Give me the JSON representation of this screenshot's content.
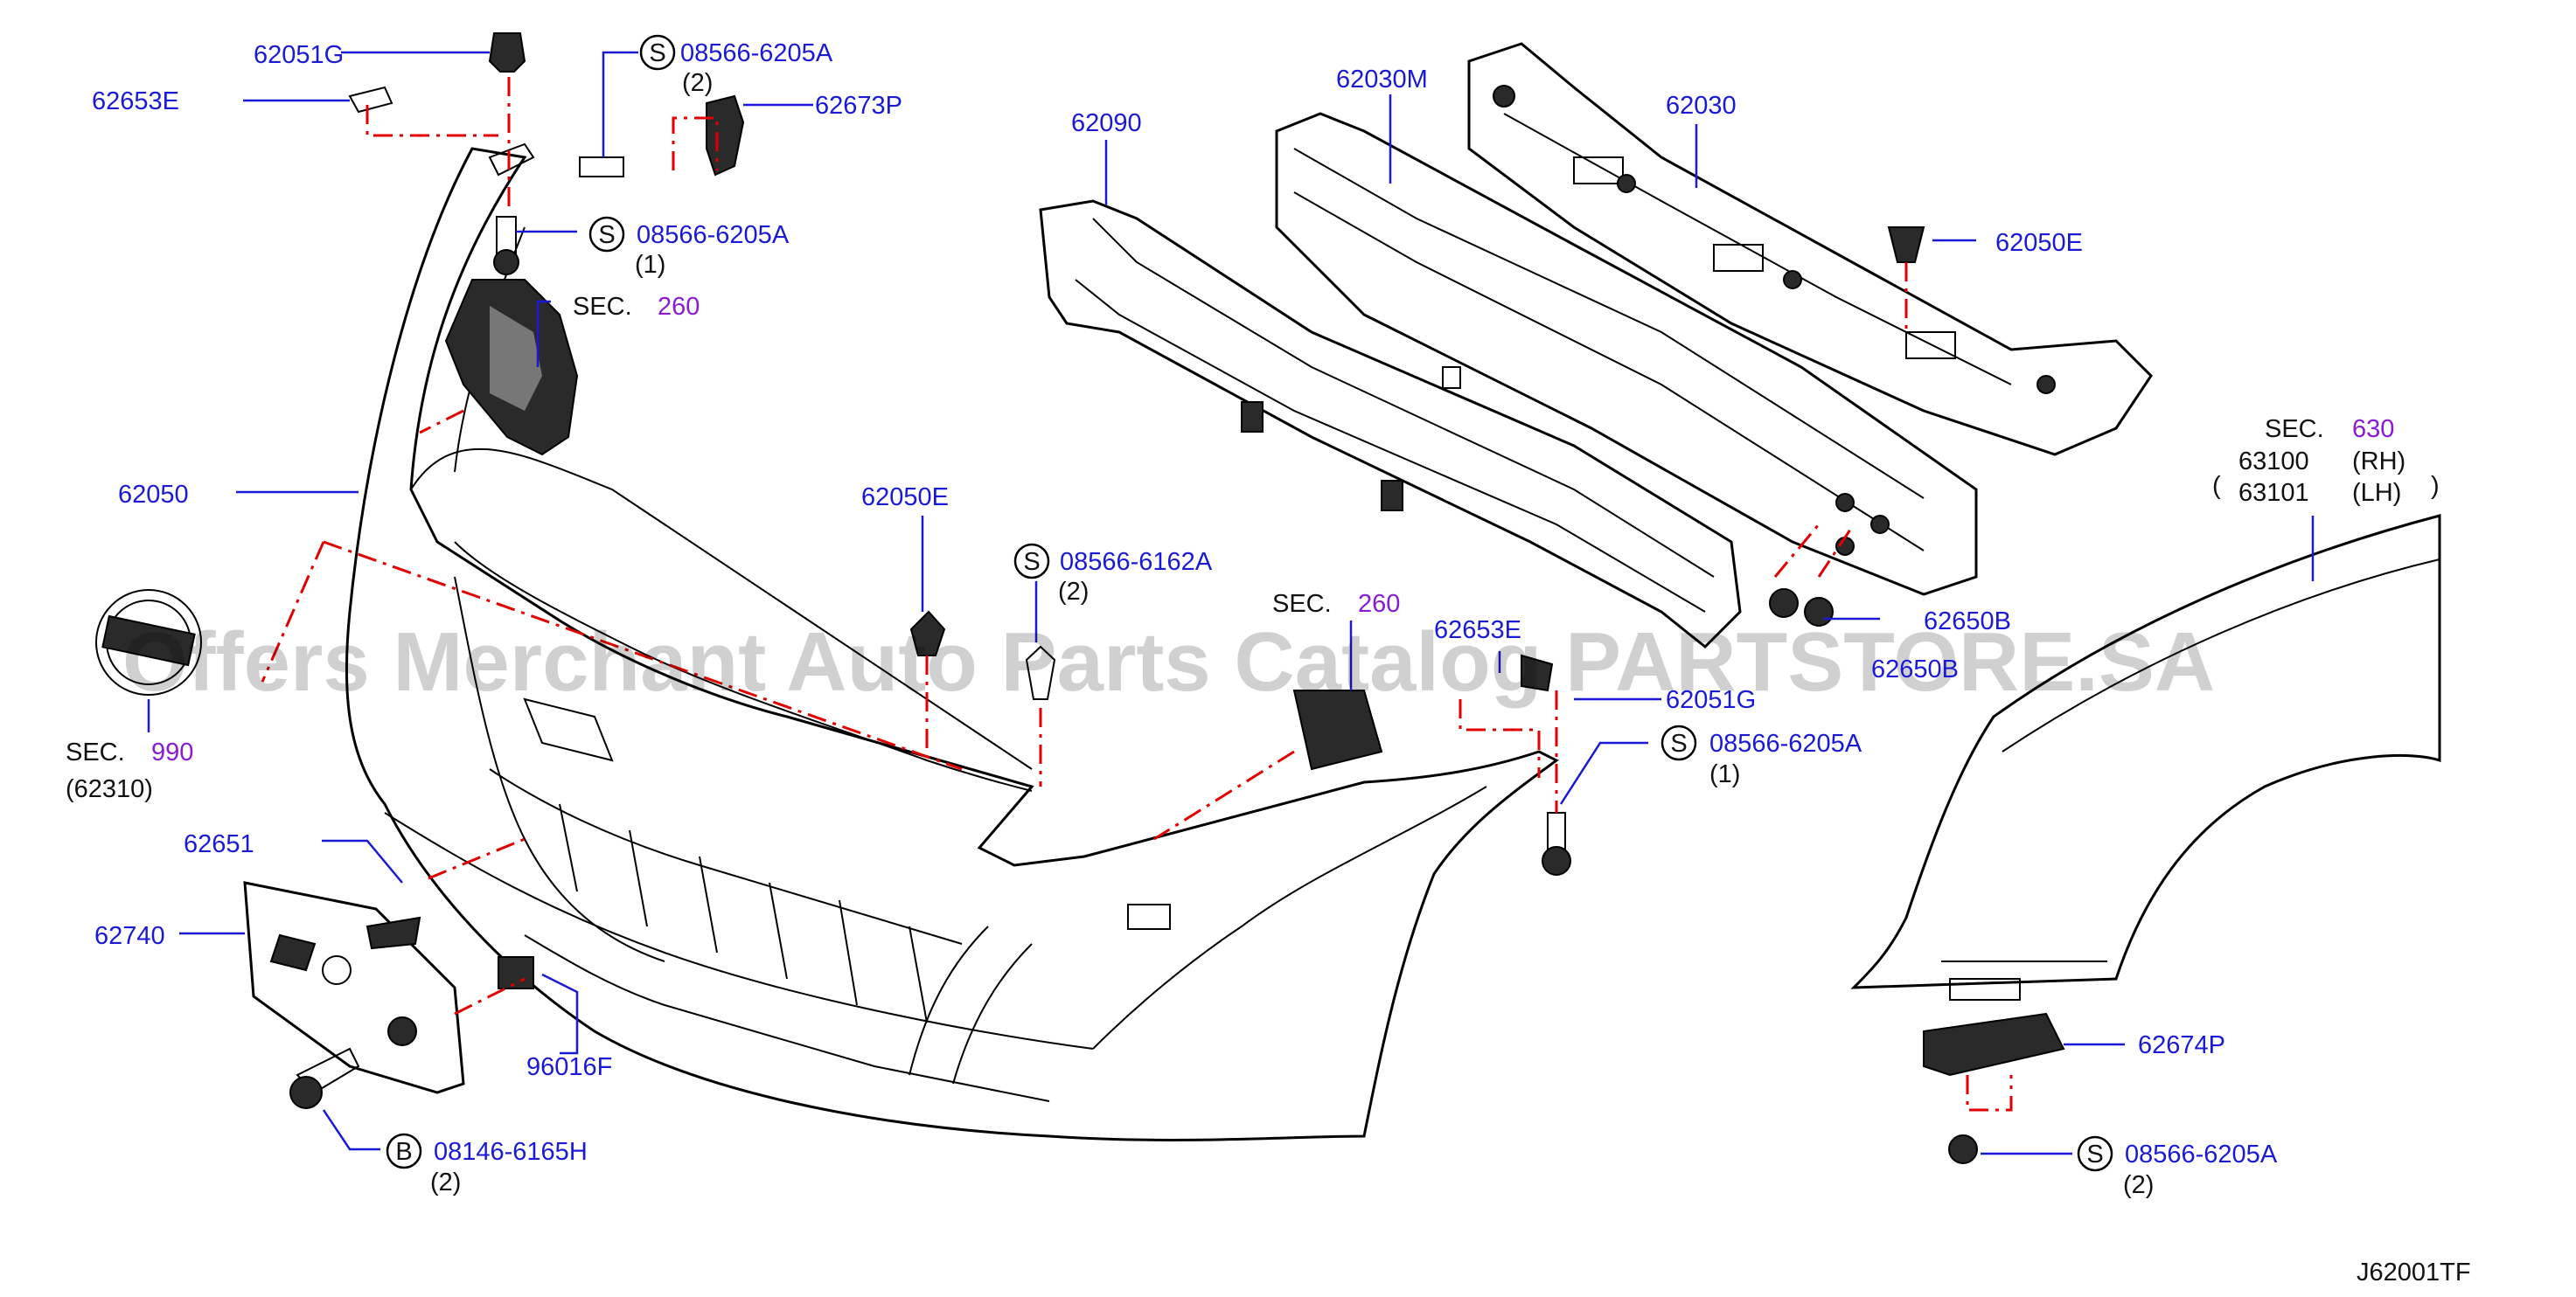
{
  "diagram_code": "J62001TF",
  "watermark": "Offers Merchant Auto Parts Catalog PARTSTORE.SA",
  "symbols": {
    "s": "S",
    "b": "B"
  },
  "labels": {
    "p62051G": "62051G",
    "p62653E_top": "62653E",
    "p08566_6205A_top": "08566-6205A",
    "q2_top": "(2)",
    "p62673P": "62673P",
    "p08566_6205A_mid": "08566-6205A",
    "q1_mid": "(1)",
    "sec_prefix_1": "SEC.",
    "sec_260_a": "260",
    "p62050": "62050",
    "sec_prefix_2": "SEC.",
    "sec_990": "990",
    "p62310": "(62310)",
    "p62651": "62651",
    "p62740": "62740",
    "p96016F": "96016F",
    "p08146_6165H": "08146-6165H",
    "q2_bolt": "(2)",
    "p62090": "62090",
    "p62030M": "62030M",
    "p62030": "62030",
    "p62050E_right": "62050E",
    "p62050E_center": "62050E",
    "p08566_6162A": "08566-6162A",
    "q2_6162": "(2)",
    "sec_prefix_3": "SEC.",
    "sec_260_b": "260",
    "p62653E_center": "62653E",
    "p62051G_center": "62051G",
    "p08566_6205A_center": "08566-6205A",
    "q1_center": "(1)",
    "p62650B": "62650B",
    "p62650B_b": "62650B",
    "sec_prefix_4": "SEC.",
    "sec_630": "630",
    "p63100": "63100",
    "rh": "(RH)",
    "p63101": "63101",
    "lh": "(LH)",
    "p62674P": "62674P",
    "p08566_6205A_bottom": "08566-6205A",
    "q2_bottom": "(2)"
  }
}
